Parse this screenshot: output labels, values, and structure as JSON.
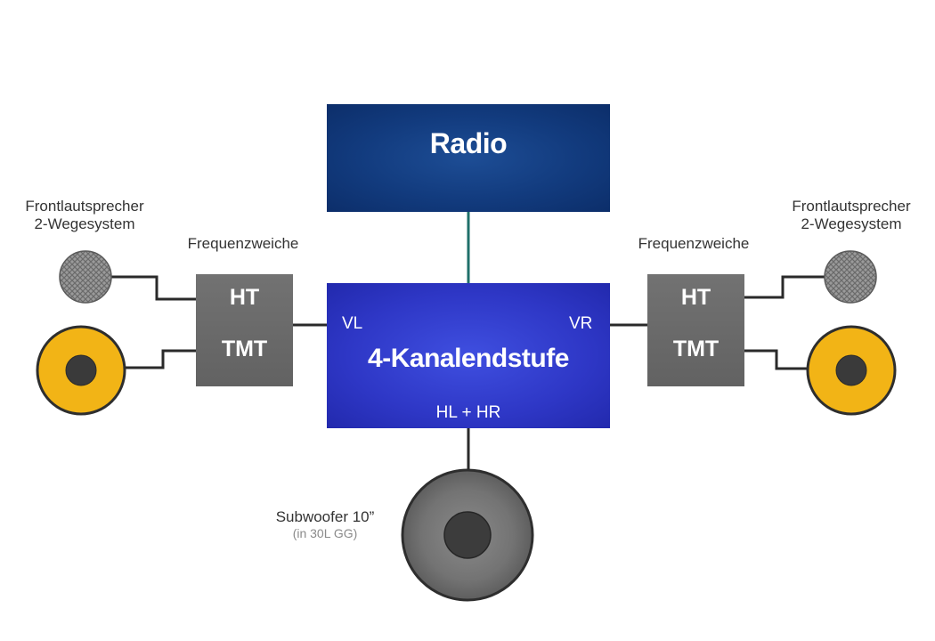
{
  "radio": {
    "label": "Radio"
  },
  "amplifier": {
    "label": "4-Kanalendstufe",
    "channel_left": "VL",
    "channel_right": "VR",
    "channel_rear": "HL + HR"
  },
  "crossover_left": {
    "title": "Frequenzweiche",
    "tweeter_label": "HT",
    "midwoofer_label": "TMT"
  },
  "crossover_right": {
    "title": "Frequenzweiche",
    "tweeter_label": "HT",
    "midwoofer_label": "TMT"
  },
  "front_speakers_left": {
    "line1": "Frontlautsprecher",
    "line2": "2-Wegesystem"
  },
  "front_speakers_right": {
    "line1": "Frontlautsprecher",
    "line2": "2-Wegesystem"
  },
  "subwoofer": {
    "label": "Subwoofer 10”",
    "note": "(in 30L GG)"
  },
  "colors": {
    "radio": "#123b7e",
    "amplifier": "#2e37c6",
    "crossover": "#686868",
    "woofer_ring": "#f2b416",
    "radio_wire": "#1f6f6a",
    "wire": "#2a2a2a"
  }
}
